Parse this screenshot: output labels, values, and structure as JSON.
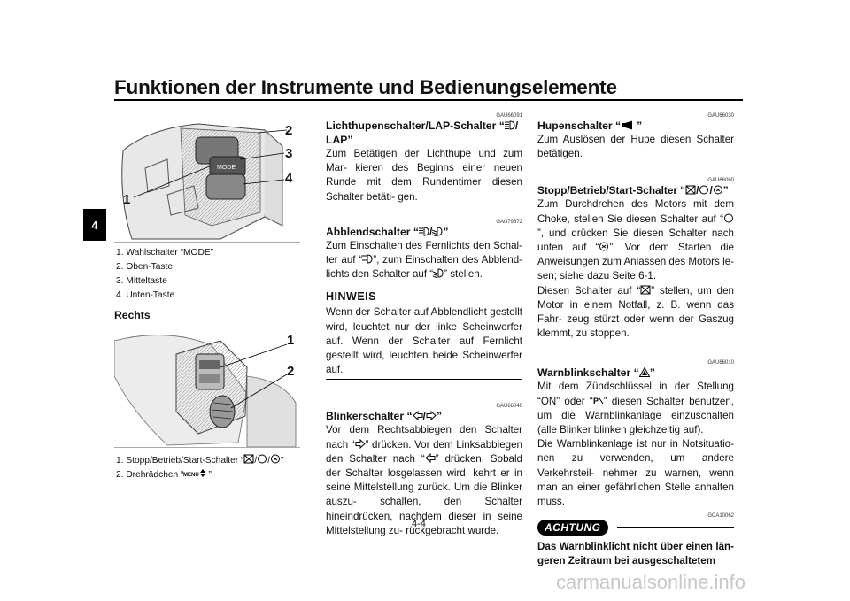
{
  "header": {
    "title": "Funktionen der Instrumente und Bedienungselemente"
  },
  "chapter_tab": "4",
  "figure1": {
    "callouts": [
      "1",
      "2",
      "3",
      "4"
    ],
    "captions": [
      "1.  Wahlschalter “MODE”",
      "2.  Oben-Taste",
      "3.  Mitteltaste",
      "4.  Unten-Taste"
    ]
  },
  "section_rechts": "Rechts",
  "figure2": {
    "callouts": [
      "1",
      "2"
    ],
    "caption1_prefix": "1.  Stopp/Betrieb/Start-Schalter “",
    "caption1_suffix": "”",
    "caption2_prefix": "2.  Drehrädchen “",
    "caption2_suffix": "”"
  },
  "col2": {
    "lap": {
      "code": "GAU66091",
      "title1": "Lichthupenschalter/LAP-Schalter “",
      "title2": "LAP”",
      "body": "Zum Betätigen der Lichthupe und zum Mar- kieren des Beginns einer neuen Runde mit dem Rundentimer diesen Schalter betäti- gen."
    },
    "abblend": {
      "code": "GAU79872",
      "title": "Abblendschalter “",
      "body_a": "Zum Einschalten des Fernlichts den Schal- ter auf “",
      "body_b": "”, zum Einschalten des Abblend- lichts den Schalter auf “",
      "body_c": "” stellen."
    },
    "hinweis": {
      "label": "HINWEIS",
      "body": "Wenn der Schalter auf Abblendlicht gestellt wird, leuchtet nur der linke Scheinwerfer auf. Wenn der Schalter auf Fernlicht gestellt wird, leuchten beide Scheinwerfer auf."
    },
    "blinker": {
      "code": "GAU66040",
      "title": "Blinkerschalter “",
      "body_a": "Vor dem Rechtsabbiegen den Schalter nach “",
      "body_b": "” drücken. Vor dem Linksabbiegen den Schalter nach “",
      "body_c": "” drücken. Sobald der Schalter losgelassen wird, kehrt er in seine Mittelstellung zurück. Um die Blinker auszu- schalten, den Schalter hineindrücken, nachdem dieser in seine Mittelstellung zu- rückgebracht wurde."
    }
  },
  "col3": {
    "hupe": {
      "code": "GAU66030",
      "title": "Hupenschalter “",
      "body": "Zum Auslösen der Hupe diesen Schalter betätigen."
    },
    "stopp": {
      "code": "GAU66060",
      "title": "Stopp/Betrieb/Start-Schalter “",
      "body_a": "Zum Durchdrehen des Motors mit dem Choke, stellen Sie diesen Schalter auf “",
      "body_b": "”, und drücken Sie diesen Schalter nach unten auf “",
      "body_c": "”. Vor dem Starten die Anweisungen zum Anlassen des Motors le- sen; siehe dazu Seite 6-1.",
      "body_d": "Diesen Schalter auf “",
      "body_e": "” stellen, um den Motor in einem Notfall, z. B. wenn das Fahr- zeug stürzt oder wenn der Gaszug klemmt, zu stoppen."
    },
    "warn": {
      "code": "GAU66010",
      "title": "Warnblinkschalter “",
      "body_a": "Mit dem Zündschlüssel in der Stellung “ON” oder “",
      "body_b": "” diesen Schalter benutzen, um die Warnblinkanlage einzuschalten (alle Blinker blinken gleichzeitig auf).",
      "body_c": "Die Warnblinkanlage ist nur in Notsituatio- nen zu verwenden, um andere Verkehrsteil- nehmer zu warnen, wenn man an einer gefährlichen Stelle anhalten muss."
    },
    "achtung": {
      "code": "GCA10062",
      "label": "ACHTUNG",
      "body": "Das Warnblinklicht nicht über einen län- geren Zeitraum bei ausgeschaltetem"
    }
  },
  "page_number": "4-4",
  "watermark": "carmanualsonline.info"
}
